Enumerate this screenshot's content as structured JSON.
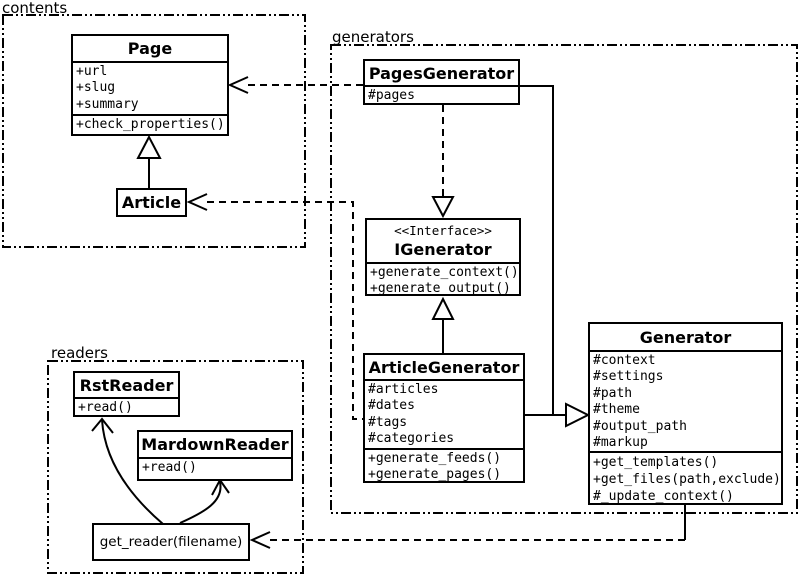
{
  "packages": {
    "contents": {
      "label": "contents"
    },
    "generators": {
      "label": "generators"
    },
    "readers": {
      "label": "readers"
    }
  },
  "classes": {
    "page": {
      "title": "Page",
      "attributes": [
        "+url",
        "+slug",
        "+summary"
      ],
      "methods": [
        "+check_properties()"
      ]
    },
    "article": {
      "title": "Article"
    },
    "pages_generator": {
      "title": "PagesGenerator",
      "attributes": [
        "#pages"
      ]
    },
    "igenerator": {
      "stereotype": "<<Interface>>",
      "title": "IGenerator",
      "methods": [
        "+generate_context()",
        "+generate_output()"
      ]
    },
    "article_generator": {
      "title": "ArticleGenerator",
      "attributes": [
        "#articles",
        "#dates",
        "#tags",
        "#categories"
      ],
      "methods": [
        "+generate_feeds()",
        "+generate_pages()"
      ]
    },
    "generator": {
      "title": "Generator",
      "attributes": [
        "#context",
        "#settings",
        "#path",
        "#theme",
        "#output_path",
        "#markup"
      ],
      "methods": [
        "+get_templates()",
        "+get_files(path,exclude)",
        "#_update_context()"
      ]
    },
    "rst_reader": {
      "title": "RstReader",
      "methods": [
        "+read()"
      ]
    },
    "mardown_reader": {
      "title": "MardownReader",
      "methods": [
        "+read()"
      ]
    },
    "get_reader": {
      "title": "get_reader(filename)"
    }
  },
  "colors": {
    "line": "#000000",
    "background": "#ffffff",
    "box_fill": "#ffffff"
  }
}
